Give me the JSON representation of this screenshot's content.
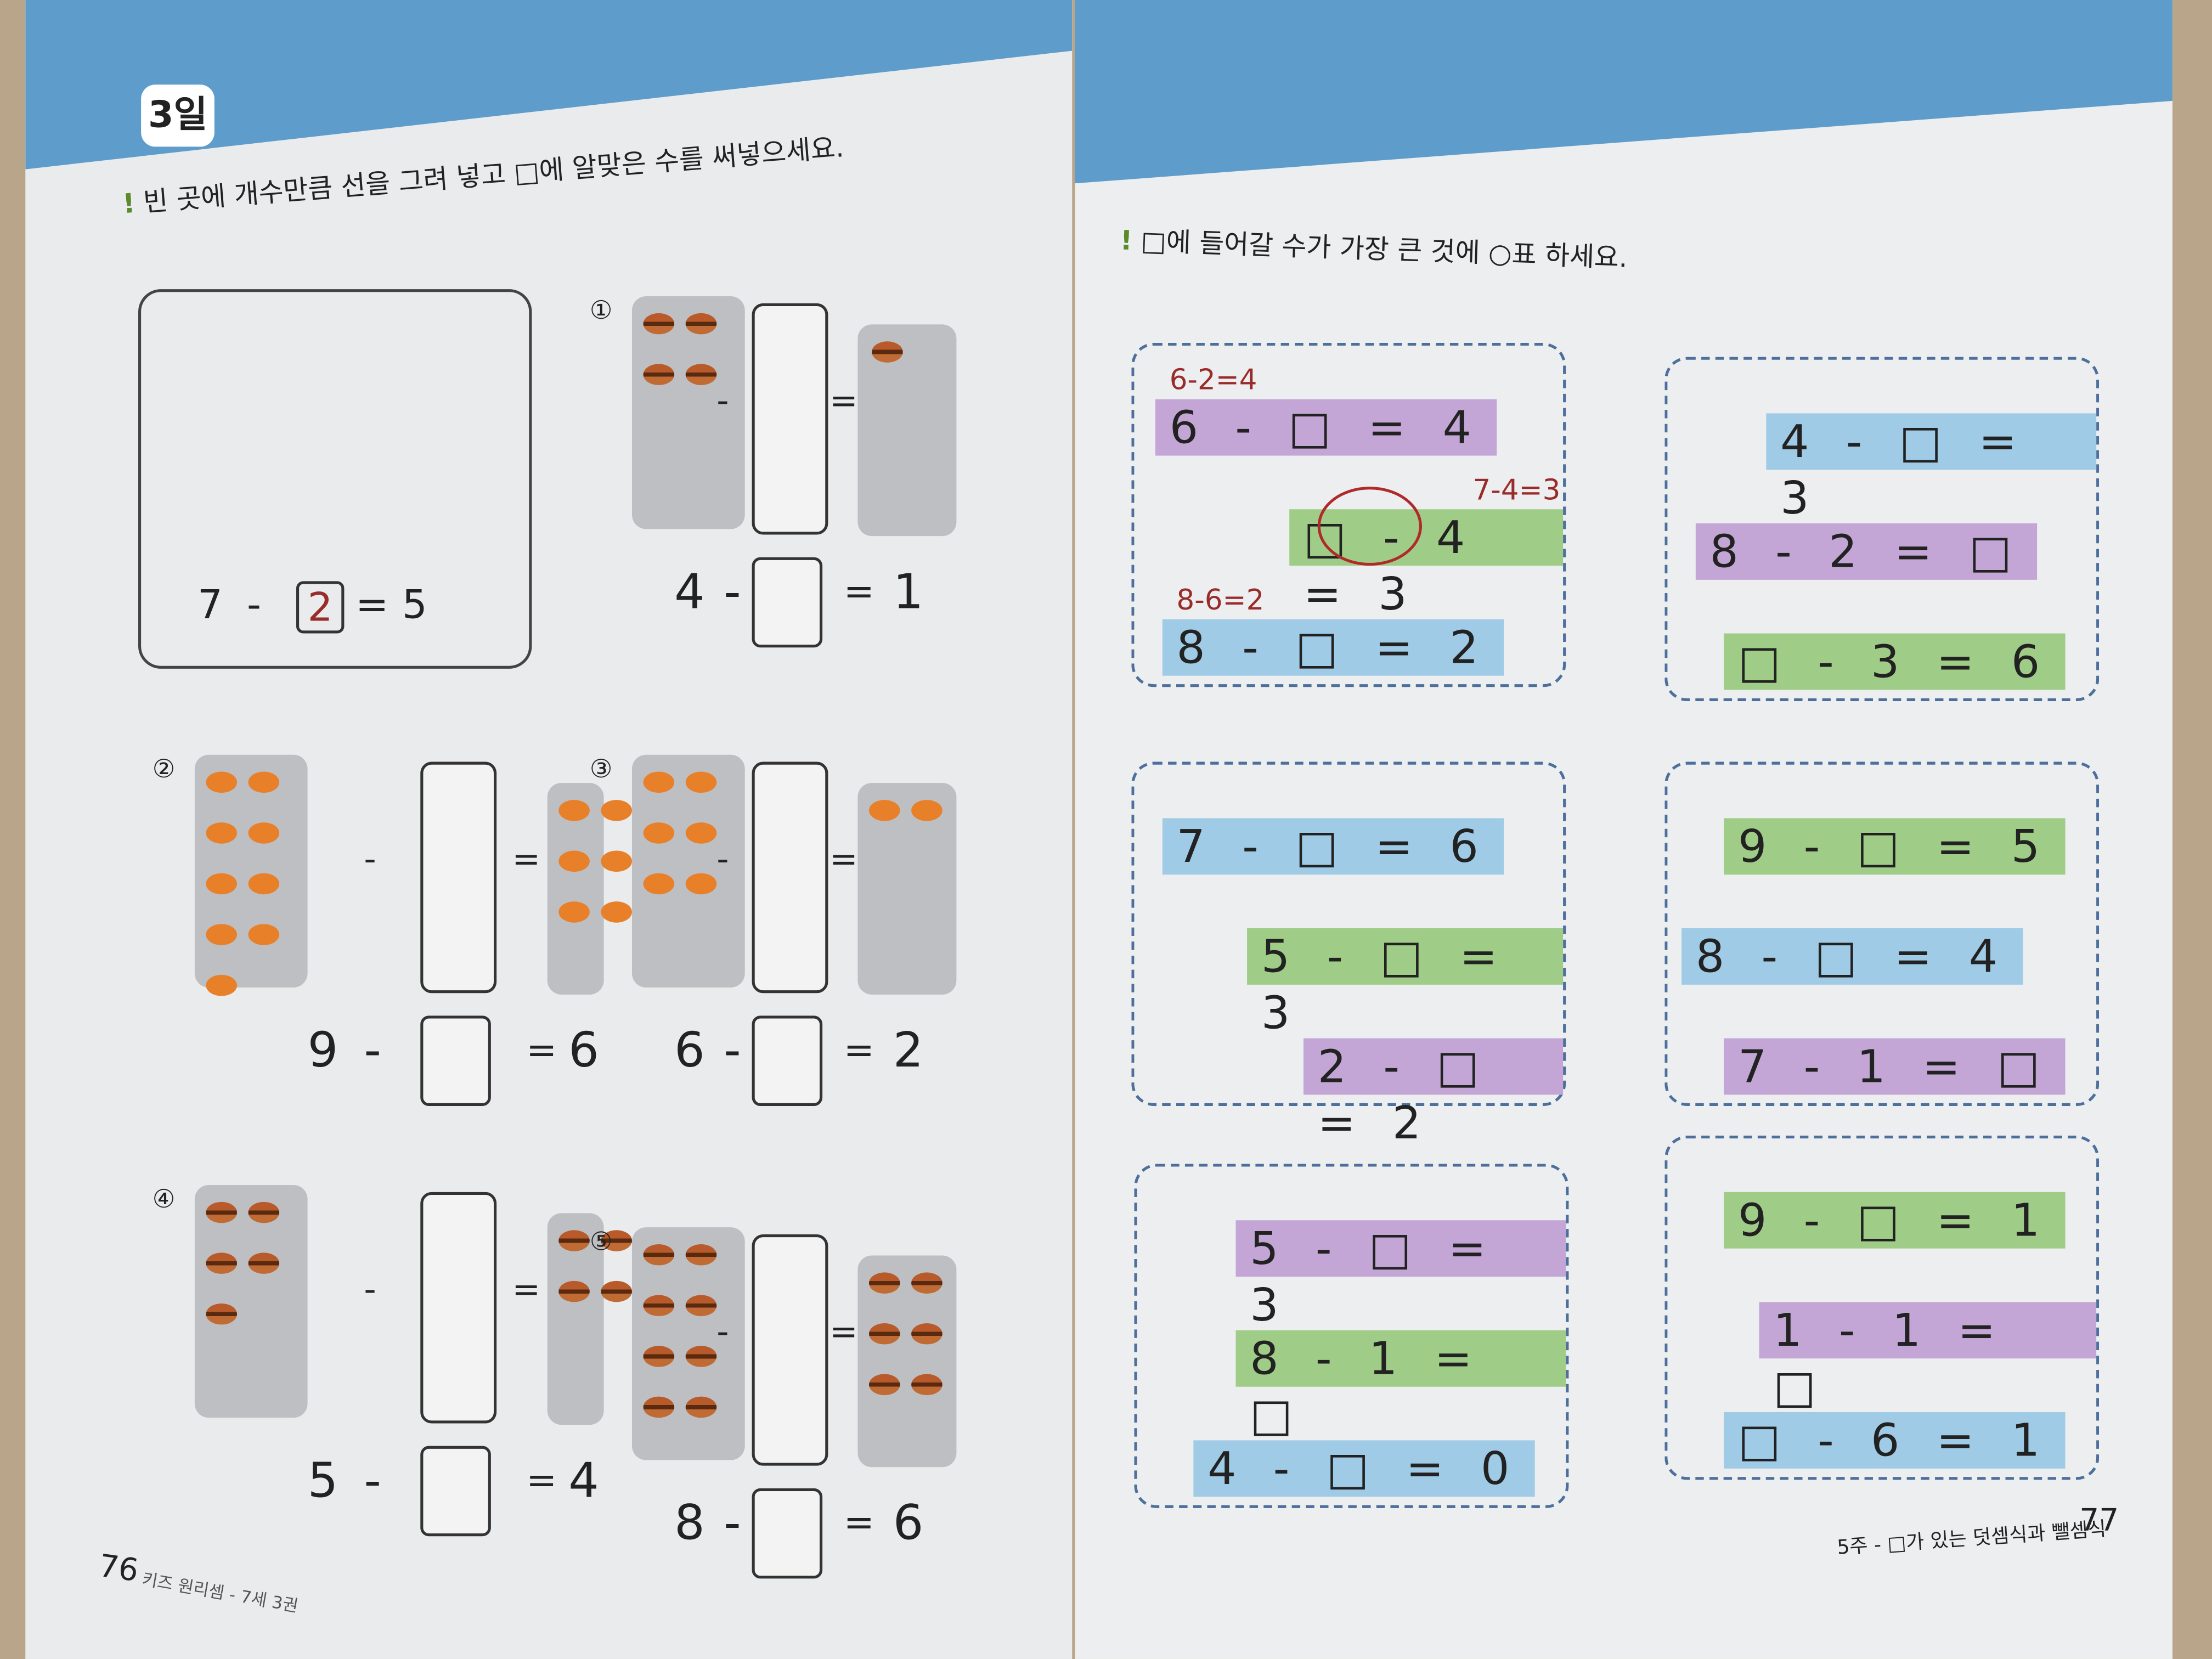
{
  "left_page": {
    "day_badge": "3일",
    "instruction": "빈 곳에 개수만큼 선을 그려 넣고 □에 알맞은 수를 써넣으세요.",
    "example": {
      "equation": [
        "7",
        "-",
        "2",
        "=",
        "5"
      ],
      "answer_handwritten": "2"
    },
    "problems": [
      {
        "number": "①",
        "left": "4",
        "op": "-",
        "eq": "=",
        "right": "1",
        "item": "burger",
        "count_left": 4,
        "count_right": 1
      },
      {
        "number": "②",
        "left": "9",
        "op": "-",
        "eq": "=",
        "right": "6",
        "item": "bread",
        "count_left": 9,
        "count_right": 6
      },
      {
        "number": "③",
        "left": "6",
        "op": "-",
        "eq": "=",
        "right": "2",
        "item": "bread",
        "count_left": 6,
        "count_right": 2
      },
      {
        "number": "④",
        "left": "5",
        "op": "-",
        "eq": "=",
        "right": "4",
        "item": "burger",
        "count_left": 5,
        "count_right": 4
      },
      {
        "number": "⑤",
        "left": "8",
        "op": "-",
        "eq": "=",
        "right": "6",
        "item": "burger",
        "count_left": 8,
        "count_right": 6
      }
    ],
    "page_number": "76",
    "footer": "키즈 원리셈 - 7세 3권"
  },
  "right_page": {
    "instruction": "□에 들어갈 수가 가장 큰 것에 ○표 하세요.",
    "cards": [
      {
        "rows": [
          {
            "text": "6 - □ = 4",
            "color": "purple",
            "note": "6-2=4"
          },
          {
            "text": "□ - 4 = 3",
            "color": "green",
            "note": "7-4=3",
            "circled": true
          },
          {
            "text": "8 - □ = 2",
            "color": "blue",
            "note": "8-6=2"
          }
        ]
      },
      {
        "rows": [
          {
            "text": "4 - □ = 3",
            "color": "blue"
          },
          {
            "text": "8 - 2 = □",
            "color": "purple"
          },
          {
            "text": "□ - 3 = 6",
            "color": "green"
          }
        ]
      },
      {
        "rows": [
          {
            "text": "7 - □ = 6",
            "color": "blue"
          },
          {
            "text": "5 - □ = 3",
            "color": "green"
          },
          {
            "text": "2 - □ = 2",
            "color": "purple"
          }
        ]
      },
      {
        "rows": [
          {
            "text": "9 - □ = 5",
            "color": "green"
          },
          {
            "text": "8 - □ = 4",
            "color": "blue"
          },
          {
            "text": "7 - 1 = □",
            "color": "purple"
          }
        ]
      },
      {
        "rows": [
          {
            "text": "5 - □ = 3",
            "color": "purple"
          },
          {
            "text": "8 - 1 = □",
            "color": "green"
          },
          {
            "text": "4 - □ = 0",
            "color": "blue"
          }
        ]
      },
      {
        "rows": [
          {
            "text": "9 - □ = 1",
            "color": "green"
          },
          {
            "text": "1 - 1 = □",
            "color": "purple"
          },
          {
            "text": "□ - 6 = 1",
            "color": "blue"
          }
        ]
      }
    ],
    "page_number": "77",
    "footer": "5주 - □가 있는 덧셈식과 뺄셈식"
  },
  "colors": {
    "header_band": "#5d9ccb",
    "purple": "#c3a6d6",
    "green": "#9fcc86",
    "blue": "#9fcbe6",
    "handwriting": "#9a2b2b"
  }
}
